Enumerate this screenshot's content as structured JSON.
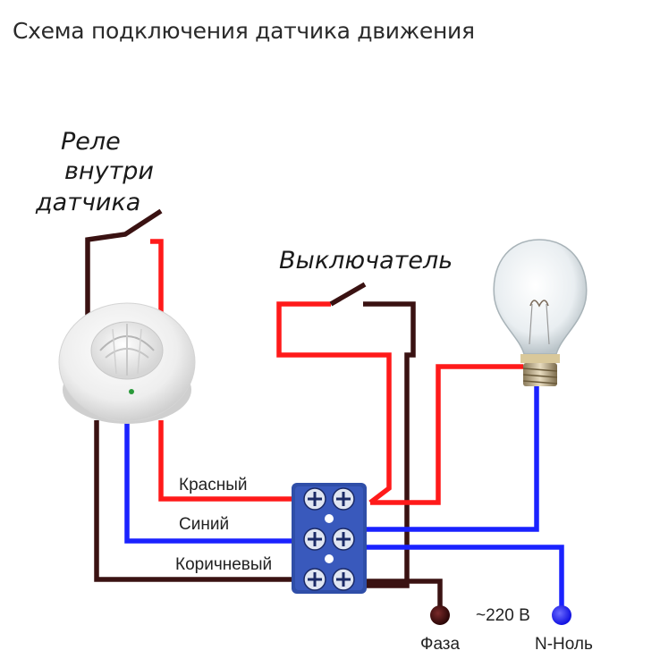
{
  "title": "Схема подключения датчика движения",
  "annotations": {
    "relay_line1": "Реле",
    "relay_line2": "внутри",
    "relay_line3": "датчика",
    "switch": "Выключатель"
  },
  "wire_labels": {
    "red": "Красный",
    "blue": "Синий",
    "brown": "Коричневый"
  },
  "supply": {
    "voltage": "~220 В",
    "phase": "Фаза",
    "neutral": "N-Ноль"
  },
  "colors": {
    "red_wire": "#ff1a1a",
    "blue_wire": "#1a22ff",
    "brown_wire": "#3a1212",
    "terminal_block": "#2f4ea8"
  },
  "icons": [
    "motion-sensor",
    "light-bulb",
    "terminal-block",
    "switch",
    "relay"
  ]
}
